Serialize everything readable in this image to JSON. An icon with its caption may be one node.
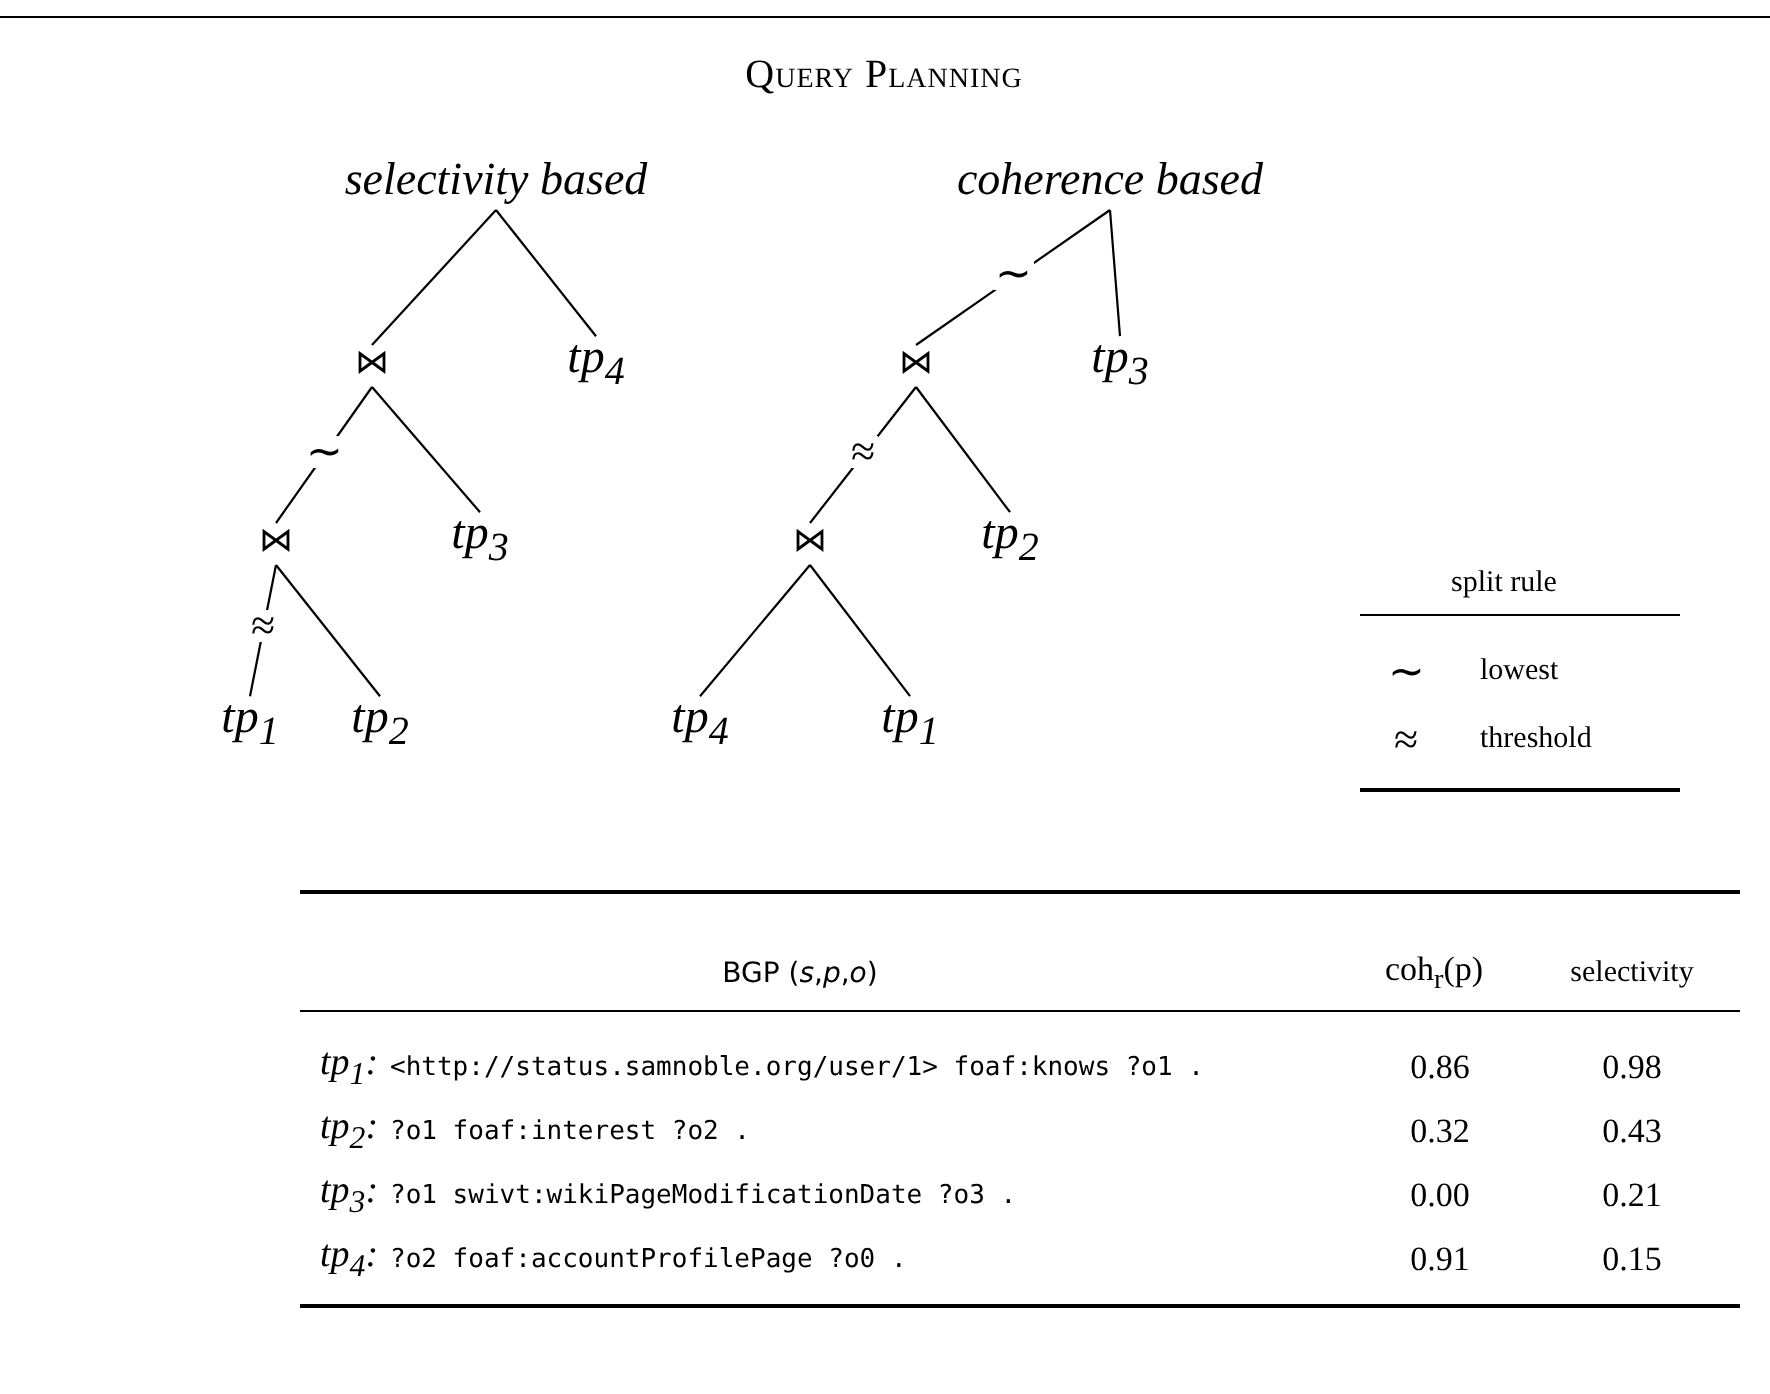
{
  "diagram": {
    "title": "Query Planning",
    "nodes": [
      {
        "text": [
          "selectivity based"
        ]
      },
      {
        "text": [
          "⋈"
        ]
      },
      {
        "text": [
          "tp$_{4}$"
        ]
      },
      {
        "text": [
          "⋈"
        ]
      },
      {
        "text": [
          "tp$_{3}$"
        ]
      },
      {
        "text": [
          "tp$_{1}$"
        ]
      },
      {
        "text": [
          "tp$_{2}$"
        ]
      },
      {
        "text": [
          "coherence based"
        ]
      },
      {
        "text": [
          "⋈"
        ]
      },
      {
        "text": [
          "tp$_{3}$"
        ]
      },
      {
        "text": [
          "⋈"
        ]
      },
      {
        "text": [
          "tp$_{2}$"
        ]
      },
      {
        "text": [
          "tp$_{4}$"
        ]
      },
      {
        "text": [
          "tp$_{1}$"
        ]
      }
    ],
    "edges": [
      {
        "from": 0,
        "to": 1,
        "arrow": "none"
      },
      {
        "from": 0,
        "to": 2,
        "arrow": "none"
      },
      {
        "from": 1,
        "to": 3,
        "arrow": "none",
        "label": "∼"
      },
      {
        "from": 1,
        "to": 4,
        "arrow": "none"
      },
      {
        "from": 3,
        "to": 5,
        "arrow": "none",
        "label": "≈"
      },
      {
        "from": 3,
        "to": 6,
        "arrow": "none"
      },
      {
        "from": 7,
        "to": 8,
        "arrow": "none",
        "label": "∼"
      },
      {
        "from": 7,
        "to": 9,
        "arrow": "none"
      },
      {
        "from": 8,
        "to": 10,
        "arrow": "none",
        "label": "≈"
      },
      {
        "from": 8,
        "to": 11,
        "arrow": "none"
      },
      {
        "from": 10,
        "to": 12,
        "arrow": "none"
      },
      {
        "from": 10,
        "to": 13,
        "arrow": "none"
      }
    ],
    "labels": [
      "split rule",
      "∼",
      "lowest",
      "≈",
      "threshold",
      "BGP (*s*,*p*,*o*)",
      "coh$_{r}$(p)",
      "selectivity",
      "tp$_{1}$:",
      "<http://status.samnoble.org/user/1> foaf:knows ?o1 .",
      "0.86",
      "0.98",
      "tp$_{2}$:",
      "?o1 foaf:interest ?o2 .",
      "0.32",
      "0.43",
      "tp$_{3}$:",
      "?o1 swivt:wikiPageModificationDate ?o3 .",
      "0.00",
      "0.21",
      "tp$_{4}$:",
      "?o2 foaf:accountProfilePage ?o0 .",
      "0.91",
      "0.15"
    ]
  }
}
